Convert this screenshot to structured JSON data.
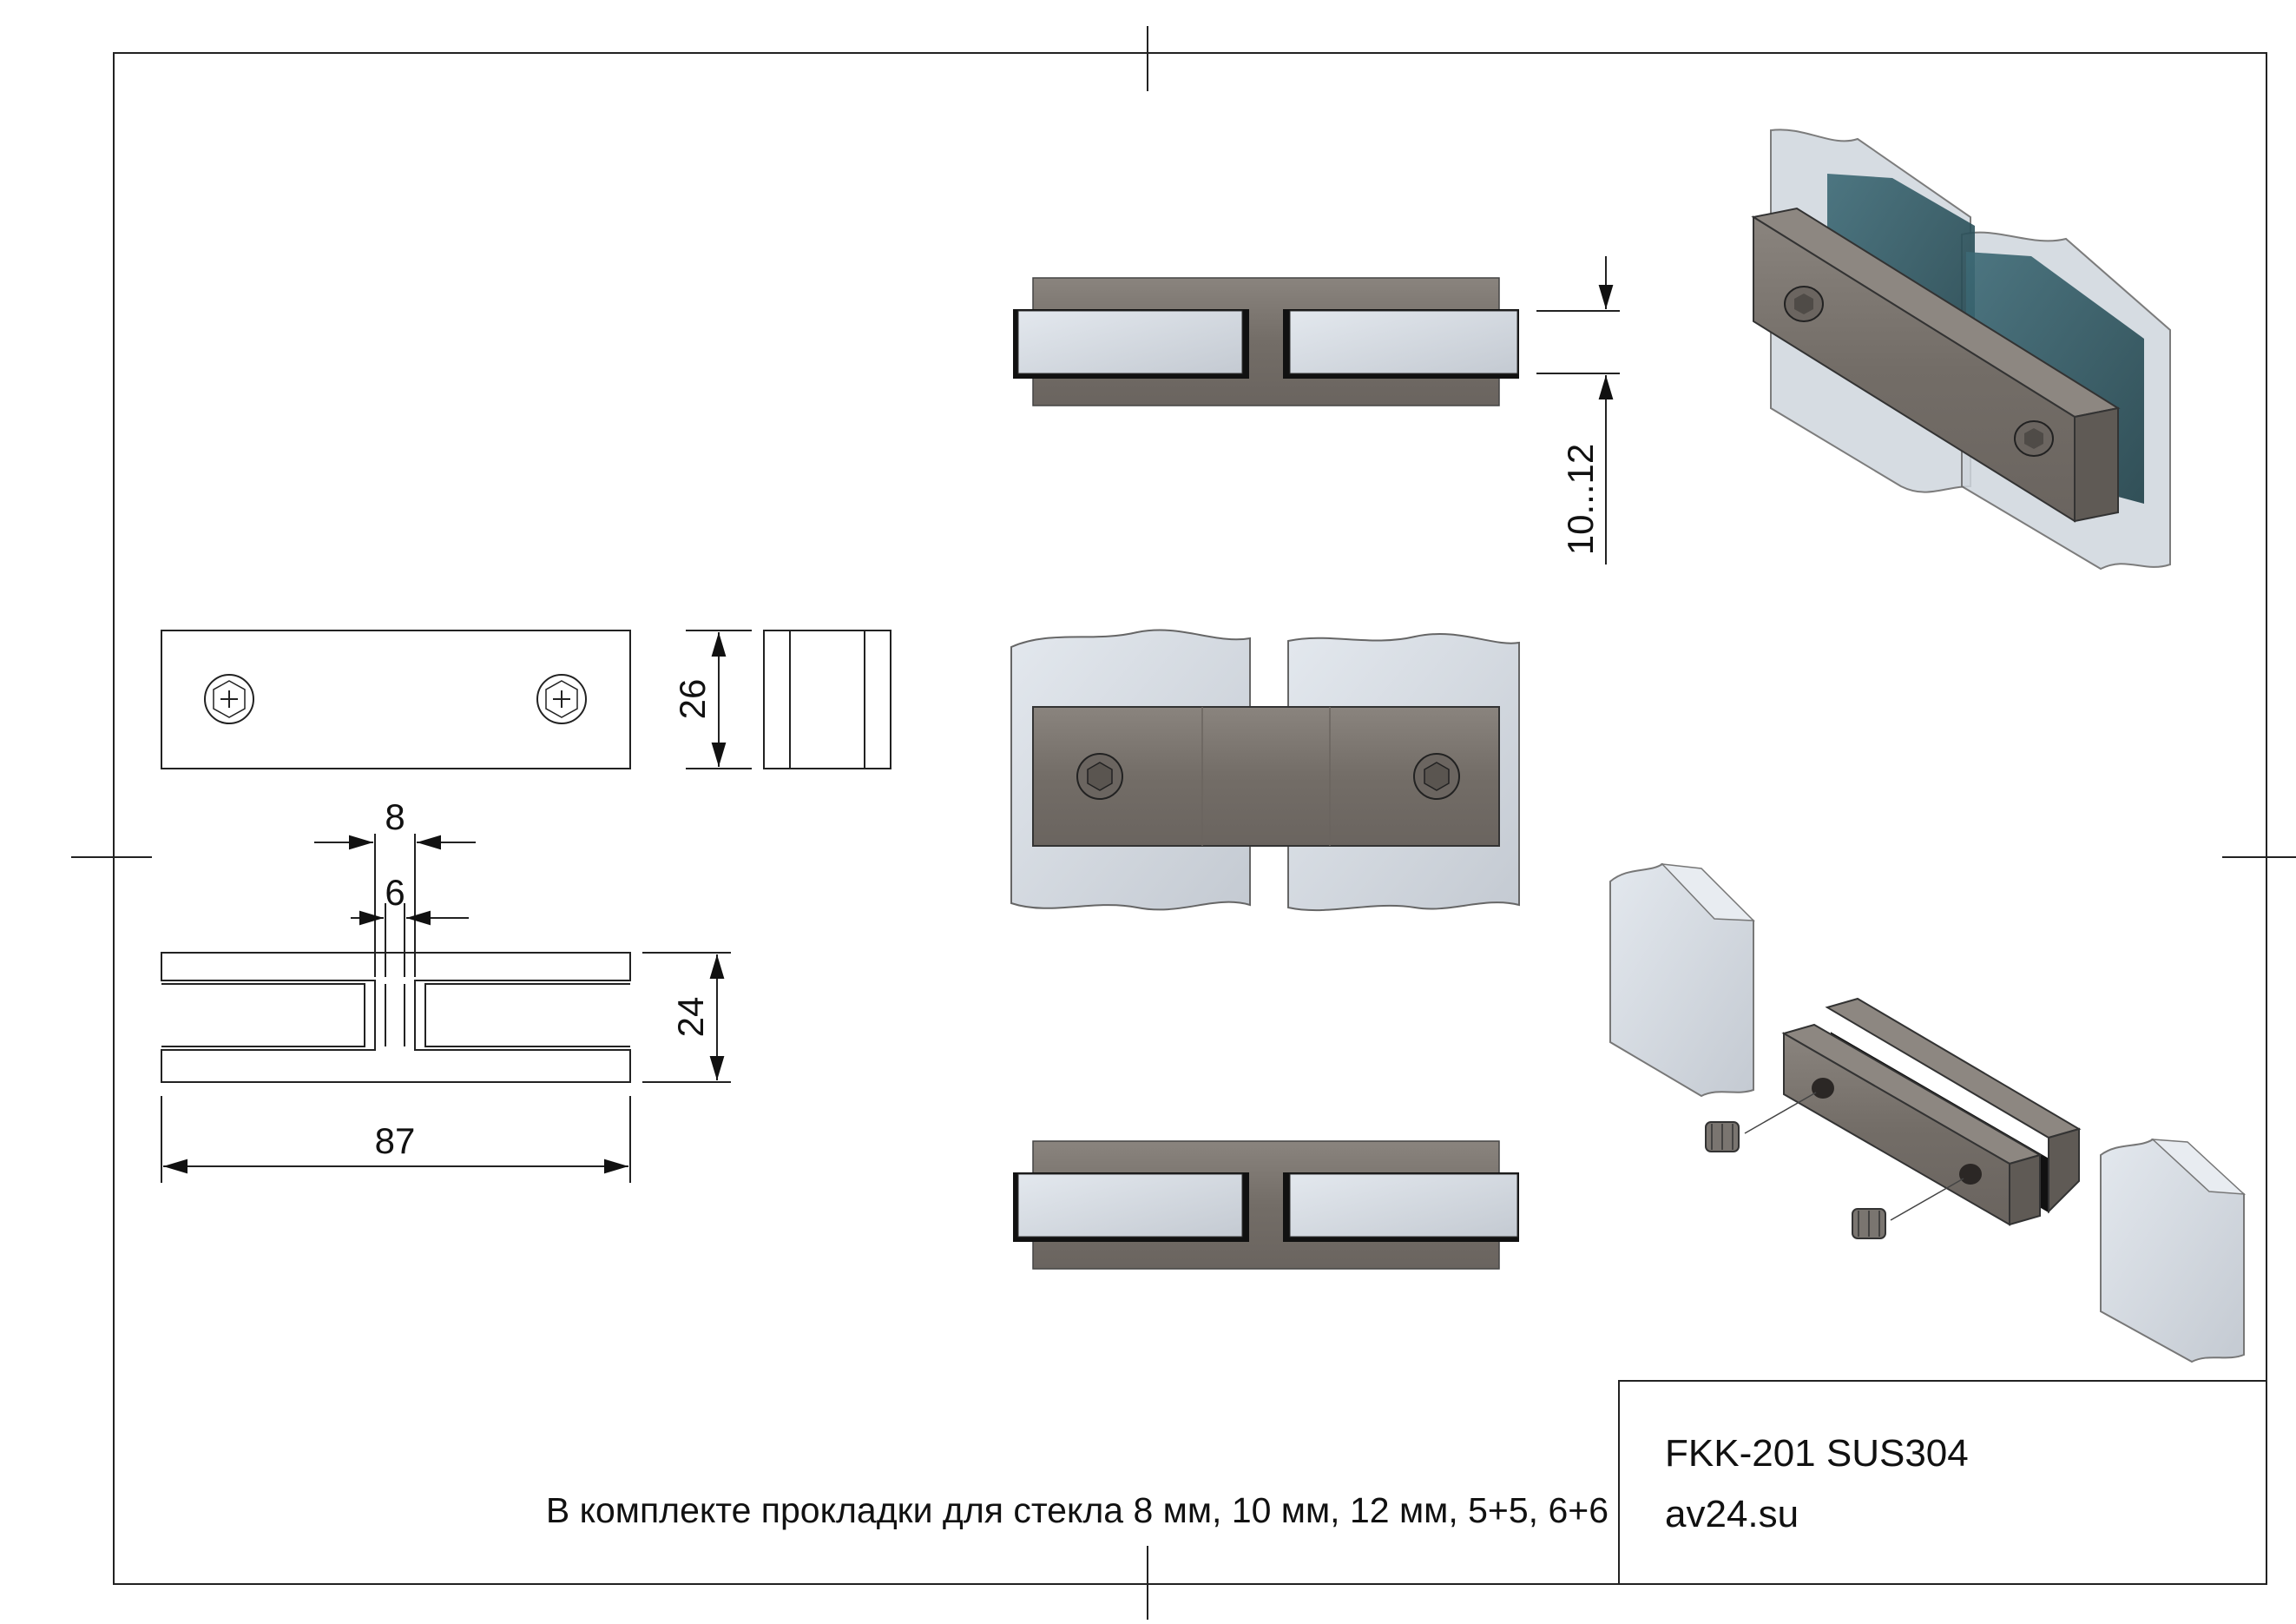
{
  "dimensions": {
    "width": "87",
    "height": "24",
    "depth": "26",
    "slot_outer": "8",
    "slot_inner": "6",
    "glass_range": "10...12"
  },
  "title_block": {
    "product": "FKK-201 SUS304",
    "site": "av24.su"
  },
  "note": "В комплекте прокладки для стекла 8 мм, 10 мм, 12 мм, 5+5, 6+6",
  "colors": {
    "steel": "#7d7771",
    "steel_dark": "#5f5a55",
    "glass": "#c9cfd6",
    "glass_light": "#dfe4ea",
    "gasket": "#1a1a1a",
    "glass_tint": "#2e5560"
  }
}
